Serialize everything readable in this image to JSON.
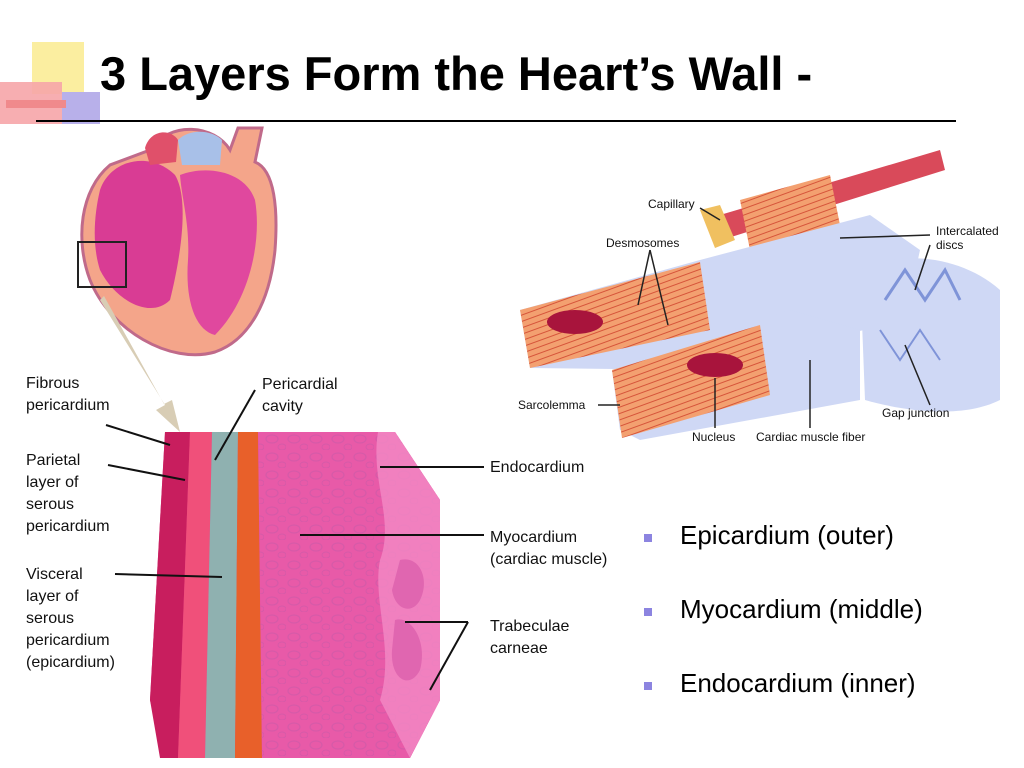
{
  "slide": {
    "title": "3 Layers Form the Heart’s Wall -",
    "colors": {
      "accent_yellow": "#fbeea0",
      "accent_pink": "#f6a5a8",
      "accent_purple": "#b8b0ea",
      "bullet": "#8c84e0"
    }
  },
  "heart_wall_labels": {
    "fibrous_pericardium": "Fibrous\npericardium",
    "pericardial_cavity": "Pericardial\ncavity",
    "parietal_layer": "Parietal\nlayer of\nserous\npericardium",
    "visceral_layer": "Visceral\nlayer of\nserous\npericardium\n(epicardium)",
    "endocardium": "Endocardium",
    "myocardium": "Myocardium\n(cardiac muscle)",
    "trabeculae": "Trabeculae\ncarneae"
  },
  "muscle_labels": {
    "capillary": "Capillary",
    "desmosomes": "Desmosomes",
    "intercalated_discs": "Intercalated\ndiscs",
    "sarcolemma": "Sarcolemma",
    "nucleus": "Nucleus",
    "cardiac_muscle_fiber": "Cardiac muscle fiber",
    "gap_junction": "Gap junction"
  },
  "bullets": [
    "Epicardium (outer)",
    "Myocardium (middle)",
    "Endocardium (inner)"
  ]
}
